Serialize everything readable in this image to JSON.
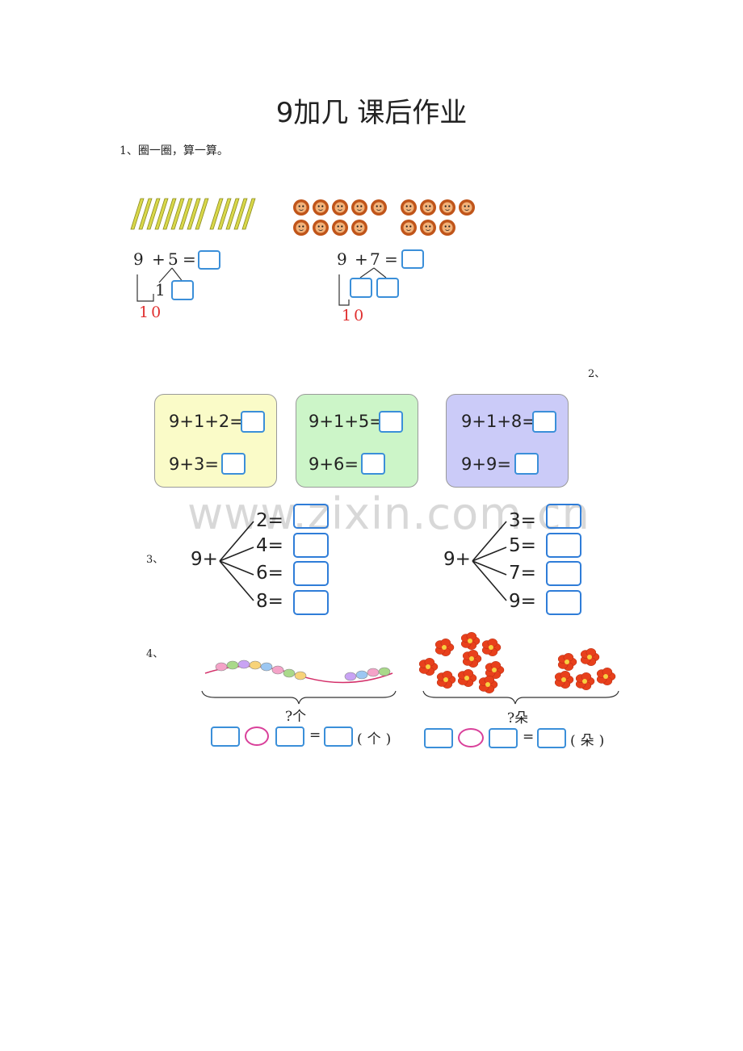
{
  "title": "9加几  课后作业",
  "q1": {
    "label": "1、圈一圈，算一算。",
    "left": {
      "a": "9",
      "op": "+",
      "b": "5",
      "eq": "=",
      "split": "1",
      "ten": "10"
    },
    "right": {
      "a": "9",
      "op": "+",
      "b": "7",
      "eq": "=",
      "ten": "10"
    }
  },
  "q2": {
    "label": "2、",
    "panels": [
      {
        "color": "#fafbc8",
        "line1": "9+1+2=",
        "line2": "9+3="
      },
      {
        "color": "#ccf5c8",
        "line1": "9+1+5=",
        "line2": "9+6="
      },
      {
        "color": "#cbcbf8",
        "line1": "9+1+8=",
        "line2": "9+9="
      }
    ]
  },
  "watermark": "www.zixin.com.cn",
  "q3": {
    "label": "3、",
    "groups": [
      {
        "base": "9+",
        "items": [
          "2=",
          "4=",
          "6=",
          "8="
        ]
      },
      {
        "base": "9+",
        "items": [
          "3=",
          "5=",
          "7=",
          "9="
        ]
      }
    ]
  },
  "q4": {
    "label": "4、",
    "left": {
      "question": "?个",
      "eq": "=",
      "unit": "(个)"
    },
    "right": {
      "question": "?朵",
      "eq": "=",
      "unit": "(朵)"
    }
  },
  "colors": {
    "box_border": "#3b8fd9",
    "circle": "#d9409a",
    "ten_red": "#e03030",
    "flower": "#e8401c"
  }
}
